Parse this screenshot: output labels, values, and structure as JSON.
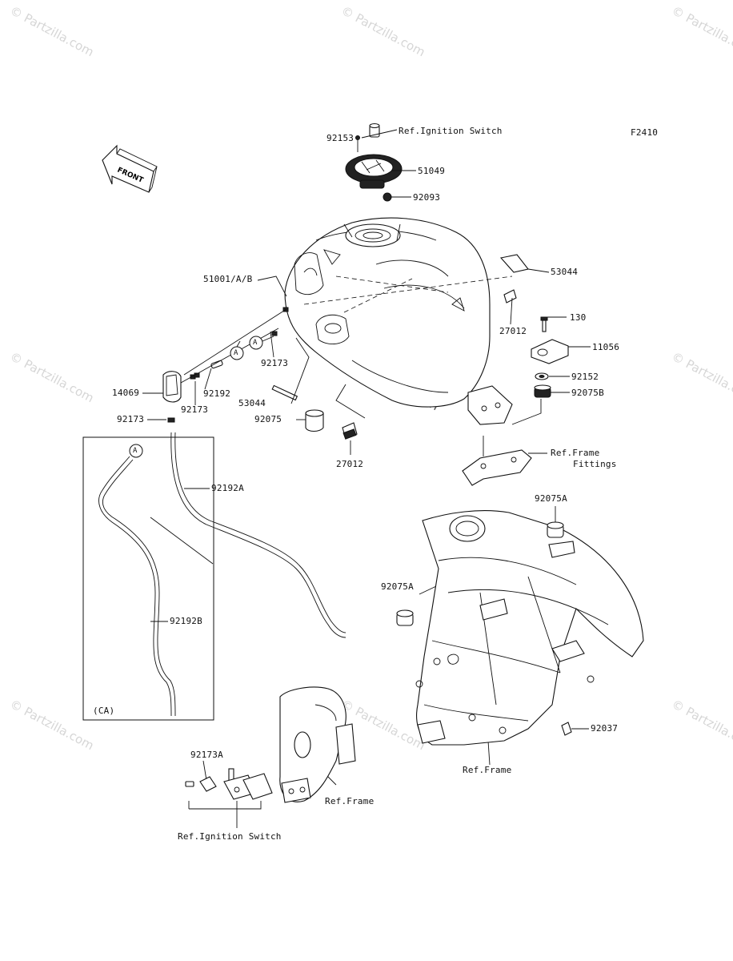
{
  "diagram": {
    "code": "F2410",
    "front_badge": "FRONT",
    "inset_label": "(CA)",
    "callout_letter": "A",
    "labels": {
      "p92153": "92153",
      "ref_ign_top": "Ref.Ignition Switch",
      "p51049": "51049",
      "p92093": "92093",
      "p51001": "51001/A/B",
      "p53044_right": "53044",
      "p27012_right": "27012",
      "p130": "130",
      "p11056": "11056",
      "p92152": "92152",
      "p92075B": "92075B",
      "p92173_a": "92173",
      "p14069": "14069",
      "p92192": "92192",
      "p92173_b": "92173",
      "p53044_left": "53044",
      "p92173_c": "92173",
      "p92075": "92075",
      "p27012_bottom": "27012",
      "ref_frame_fittings_1": "Ref.Frame",
      "ref_frame_fittings_2": "Fittings",
      "p92192A": "92192A",
      "p92075A_top": "92075A",
      "p92075A_left": "92075A",
      "p92192B": "92192B",
      "p92037": "92037",
      "ref_frame_main": "Ref.Frame",
      "p92173A": "92173A",
      "ref_frame_small": "Ref.Frame",
      "ref_ign_bottom": "Ref.Ignition Switch"
    }
  },
  "watermarks": {
    "corner": "© Partzilla.com",
    "center": "© Partzilla.com"
  }
}
